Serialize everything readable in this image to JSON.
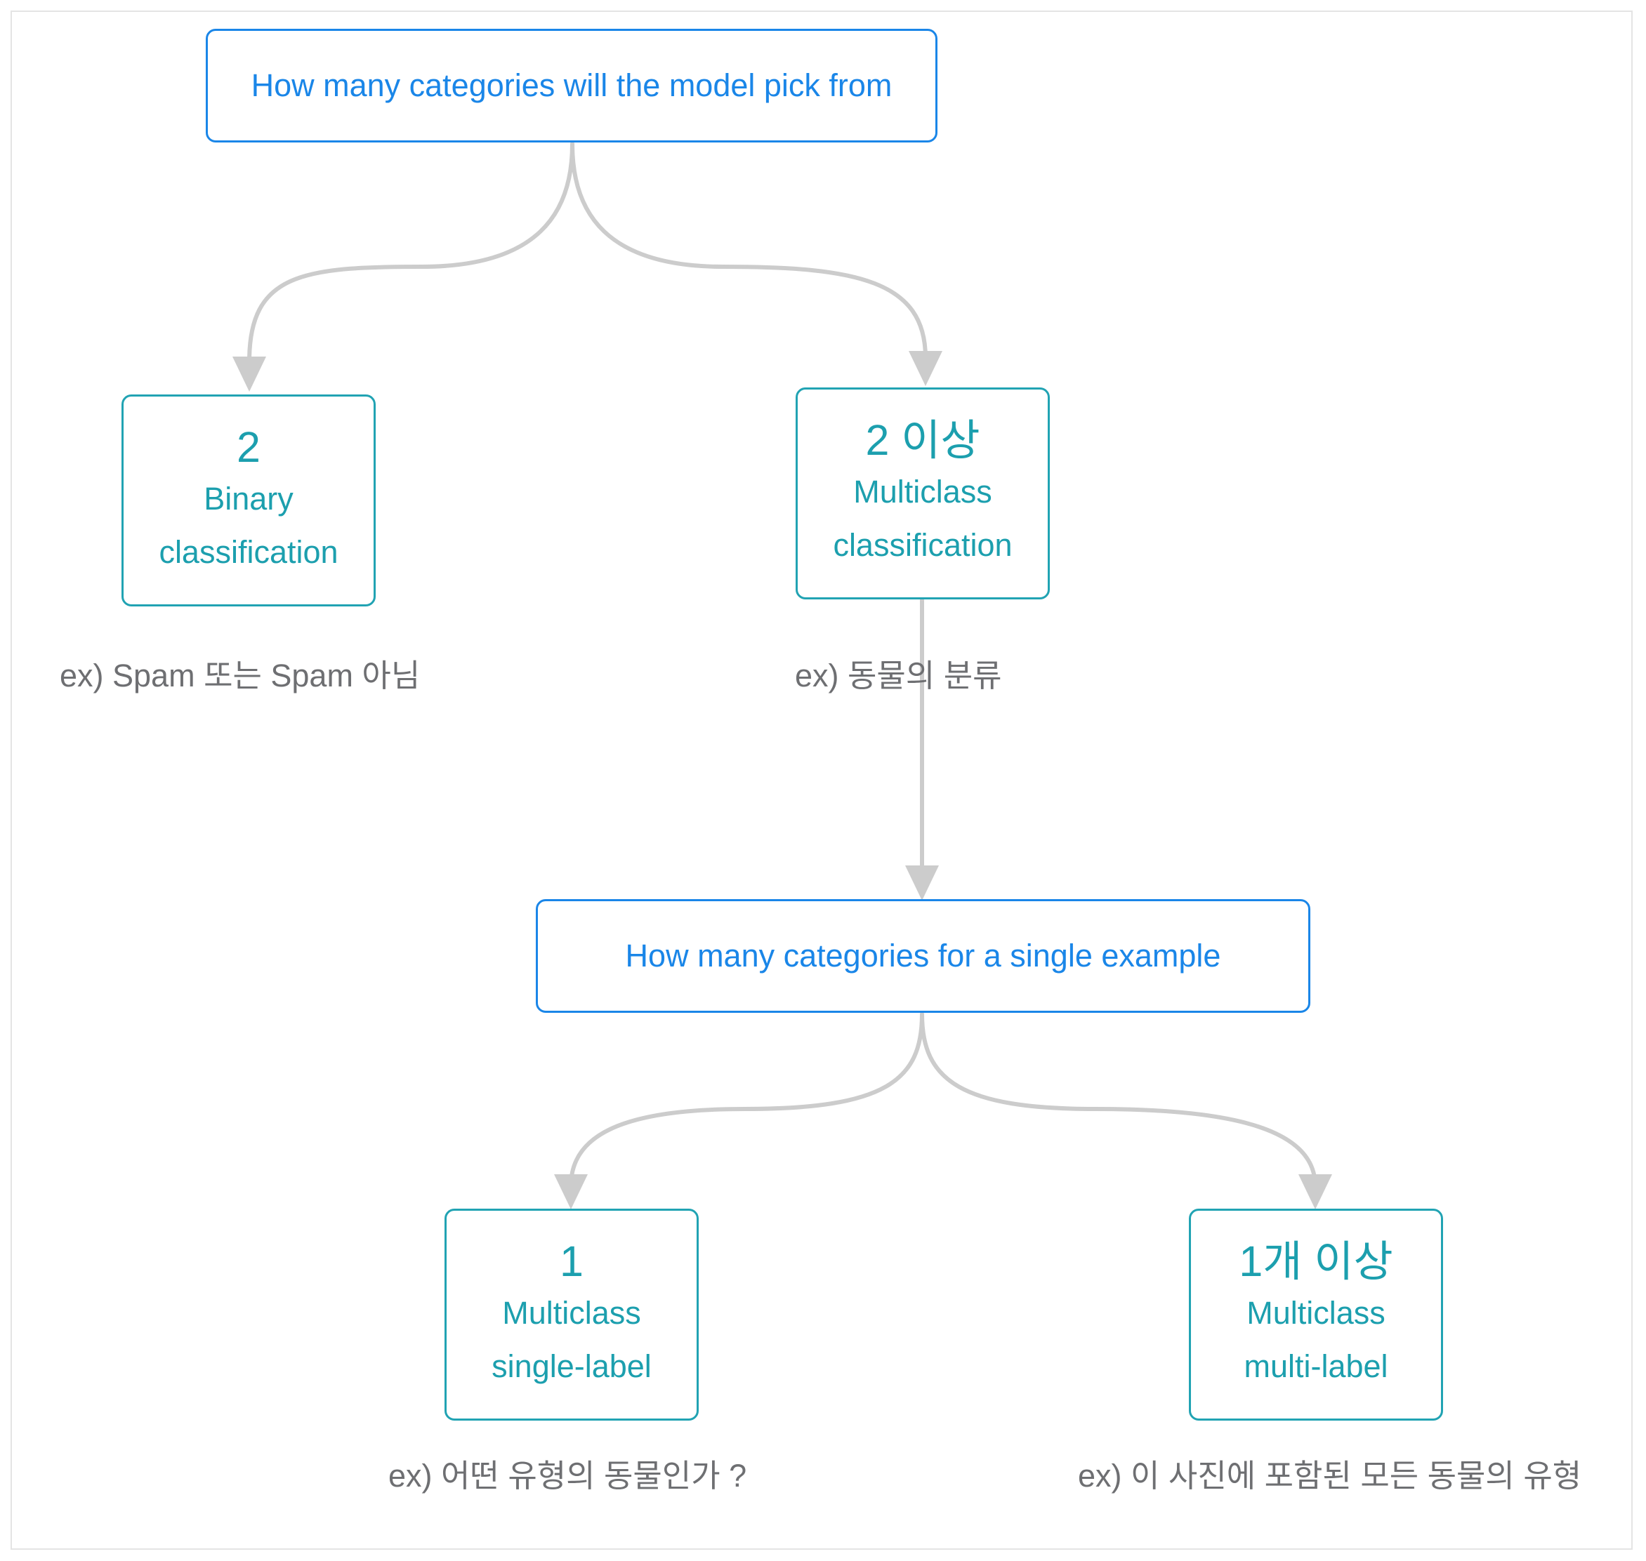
{
  "colors": {
    "question_border": "#1a86e8",
    "answer_border": "#21a3b3",
    "edge": "#cccccc",
    "example_text": "#6e6f72"
  },
  "nodes": {
    "q1": {
      "text": "How many categories will the model pick from"
    },
    "binary": {
      "count": "2",
      "line1": "Binary",
      "line2": "classification"
    },
    "multiclass": {
      "count": "2 이상",
      "line1": "Multiclass",
      "line2": "classification"
    },
    "q2": {
      "text": "How many categories for a single example"
    },
    "single_label": {
      "count": "1",
      "line1": "Multiclass",
      "line2": "single-label"
    },
    "multi_label": {
      "count": "1개 이상",
      "line1": "Multiclass",
      "line2": "multi-label"
    }
  },
  "examples": {
    "binary": "ex) Spam 또는 Spam 아님",
    "multiclass": "ex) 동물의 분류",
    "single_label": "ex) 어떤 유형의 동물인가 ?",
    "multi_label": "ex) 이 사진에 포함된 모든 동물의 유형"
  }
}
